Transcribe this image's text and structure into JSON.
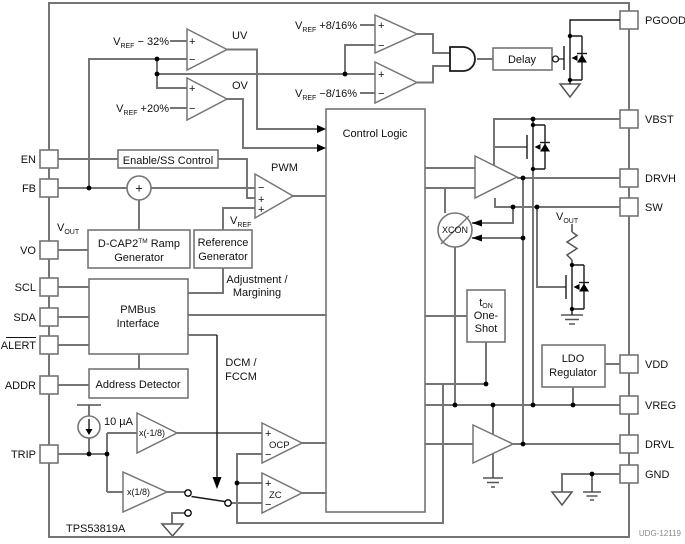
{
  "pins": {
    "left": [
      "EN",
      "FB",
      "VO",
      "SCL",
      "SDA",
      "ALERT",
      "ADDR",
      "TRIP"
    ],
    "right": [
      "PGOOD",
      "VBST",
      "DRVH",
      "SW",
      "VDD",
      "VREG",
      "DRVL",
      "GND"
    ]
  },
  "blocks": {
    "enable": "Enable/SS Control",
    "dcap": {
      "name": "D-CAP2",
      "tm": "TM",
      "rest": " Ramp",
      "line2": "Generator"
    },
    "reference": [
      "Reference",
      "Generator"
    ],
    "pmbus": [
      "PMBus",
      "Interface"
    ],
    "address": "Address Detector",
    "control": "Control Logic",
    "ton": {
      "t": "t",
      "sub": "ON",
      "line2": "One-",
      "line3": "Shot"
    },
    "ldo": [
      "LDO",
      "Regulator"
    ],
    "delay": "Delay"
  },
  "comparators": {
    "uv": "UV",
    "ov": "OV",
    "pwm": "PWM",
    "ocp": "OCP",
    "zc": "ZC",
    "xcon": "XCON",
    "gain_neg": "x(-1/8)",
    "gain_pos": "x(1/8)"
  },
  "marks": {
    "plus": "+",
    "minus": "−"
  },
  "signals": {
    "vref_m32": {
      "v": "V",
      "sub": "REF",
      "rest": " − 32%"
    },
    "vref_p20": {
      "v": "V",
      "sub": "REF",
      "rest": " +20%"
    },
    "vref_p816": {
      "v": "V",
      "sub": "REF",
      "rest": " +8/16%"
    },
    "vref_m816": {
      "v": "V",
      "sub": "REF",
      "rest": " −8/16%"
    },
    "vref": {
      "v": "V",
      "sub": "REF"
    },
    "vout": {
      "v": "V",
      "sub": "OUT"
    },
    "current_source": "10 µA",
    "adjustment": [
      "Adjustment /",
      "Margining"
    ],
    "dcm": [
      "DCM /",
      "FCCM"
    ]
  },
  "footer": {
    "part": "TPS53819A",
    "doc": "UDG-12119"
  },
  "colors": {
    "wire": "#757575",
    "text": "#111111",
    "mosfet": "#1a1a1a"
  }
}
